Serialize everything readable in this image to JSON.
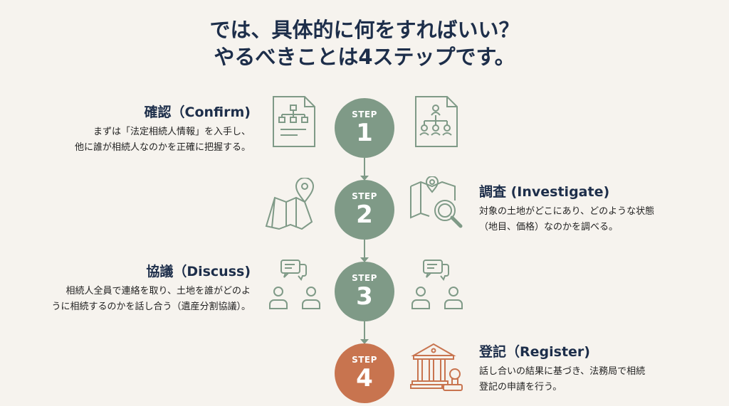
{
  "title": {
    "line1": "では、具体的に何をすればいい？",
    "line2": "やるべきことは4ステップです。"
  },
  "colors": {
    "background": "#f6f3ee",
    "green": "#7f9a87",
    "orange": "#c8744f",
    "navy": "#1d2e4a"
  },
  "steps": [
    {
      "label": "STEP",
      "number": "1",
      "title": "確認（Confirm)",
      "desc1": "まずは「法定相続人情報」を入手し、",
      "desc2": "他に誰が相続人なのかを正確に把握する。",
      "icons": [
        "org-chart-document-icon",
        "family-tree-document-icon"
      ]
    },
    {
      "label": "STEP",
      "number": "2",
      "title": "調査 (Investigate)",
      "desc1": "対象の土地がどこにあり、どのような状態",
      "desc2": "（地目、価格）なのかを調べる。",
      "icons": [
        "map-pin-icon",
        "map-search-icon"
      ]
    },
    {
      "label": "STEP",
      "number": "3",
      "title": "協議（Discuss)",
      "desc1": "相続人全員で連絡を取り、土地を誰がどのよ",
      "desc2": "うに相続するのかを話し合う（遺産分割協議）。",
      "icons": [
        "discussion-icon",
        "discussion-icon"
      ]
    },
    {
      "label": "STEP",
      "number": "4",
      "title": "登記（Register)",
      "desc1": "話し合いの結果に基づき、法務局で相続",
      "desc2": "登記の申請を行う。",
      "icons": [
        "courthouse-stamp-icon"
      ]
    }
  ]
}
